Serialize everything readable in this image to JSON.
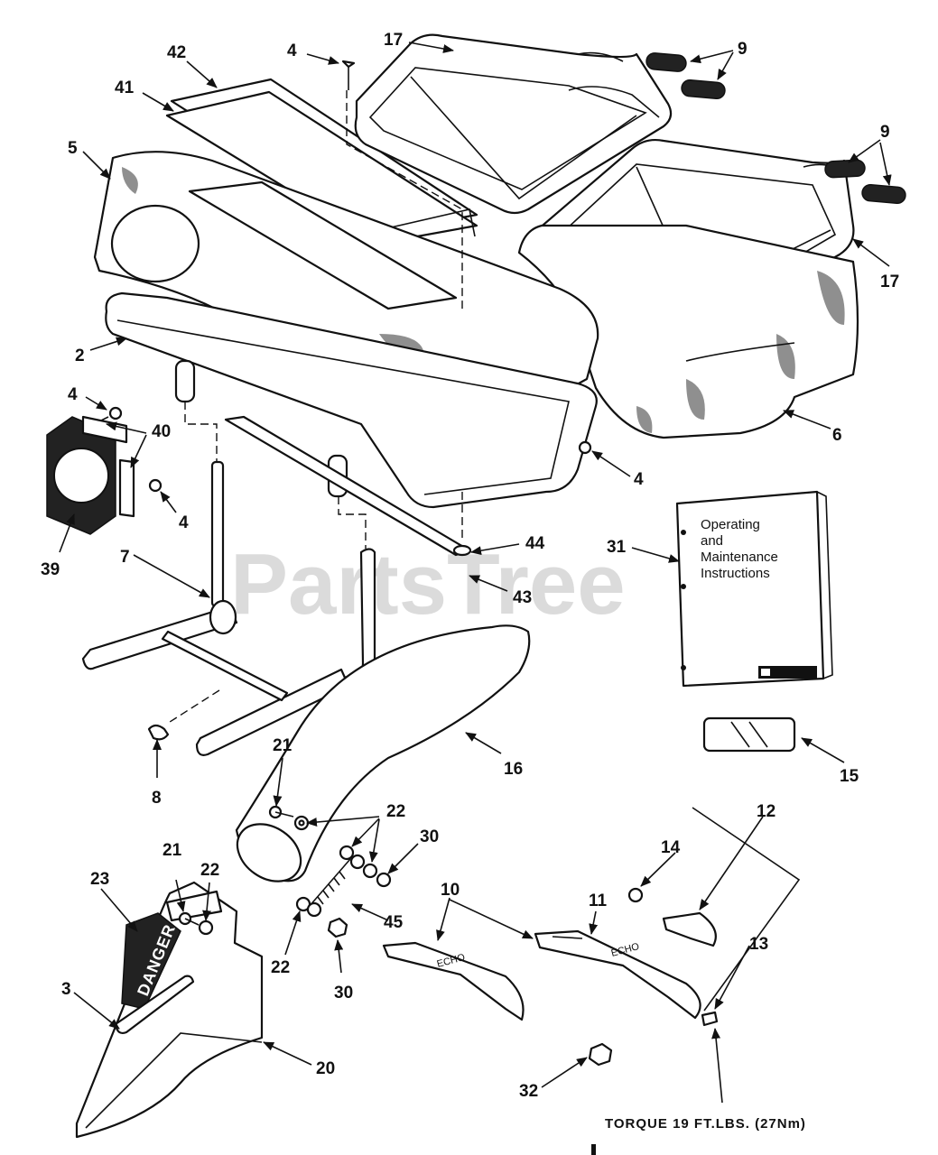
{
  "diagram": {
    "watermark": "PartsTree",
    "manual_title_lines": [
      "Operating",
      "and",
      "Maintenance",
      "Instructions"
    ],
    "decal_text": "DANGER",
    "blade_text": "ECHO",
    "torque_note": "TORQUE 19 FT.LBS. (27Nm)",
    "callouts": [
      {
        "id": "c42",
        "text": "42"
      },
      {
        "id": "c41",
        "text": "41"
      },
      {
        "id": "c4a",
        "text": "4"
      },
      {
        "id": "c17a",
        "text": "17"
      },
      {
        "id": "c9a",
        "text": "9"
      },
      {
        "id": "c9b",
        "text": "9"
      },
      {
        "id": "c5",
        "text": "5"
      },
      {
        "id": "c17b",
        "text": "17"
      },
      {
        "id": "c2",
        "text": "2"
      },
      {
        "id": "c4b",
        "text": "4"
      },
      {
        "id": "c40",
        "text": "40"
      },
      {
        "id": "c6",
        "text": "6"
      },
      {
        "id": "c4c",
        "text": "4"
      },
      {
        "id": "c4d",
        "text": "4"
      },
      {
        "id": "c39",
        "text": "39"
      },
      {
        "id": "c7",
        "text": "7"
      },
      {
        "id": "c44",
        "text": "44"
      },
      {
        "id": "c31",
        "text": "31"
      },
      {
        "id": "c43",
        "text": "43"
      },
      {
        "id": "c16",
        "text": "16"
      },
      {
        "id": "c15",
        "text": "15"
      },
      {
        "id": "c8",
        "text": "8"
      },
      {
        "id": "c21a",
        "text": "21"
      },
      {
        "id": "c22a",
        "text": "22"
      },
      {
        "id": "c30a",
        "text": "30"
      },
      {
        "id": "c12",
        "text": "12"
      },
      {
        "id": "c14",
        "text": "14"
      },
      {
        "id": "c21b",
        "text": "21"
      },
      {
        "id": "c22b",
        "text": "22"
      },
      {
        "id": "c23",
        "text": "23"
      },
      {
        "id": "c10",
        "text": "10"
      },
      {
        "id": "c11",
        "text": "11"
      },
      {
        "id": "c13",
        "text": "13"
      },
      {
        "id": "c45",
        "text": "45"
      },
      {
        "id": "c3",
        "text": "3"
      },
      {
        "id": "c22c",
        "text": "22"
      },
      {
        "id": "c30b",
        "text": "30"
      },
      {
        "id": "c20",
        "text": "20"
      },
      {
        "id": "c32",
        "text": "32"
      }
    ]
  }
}
